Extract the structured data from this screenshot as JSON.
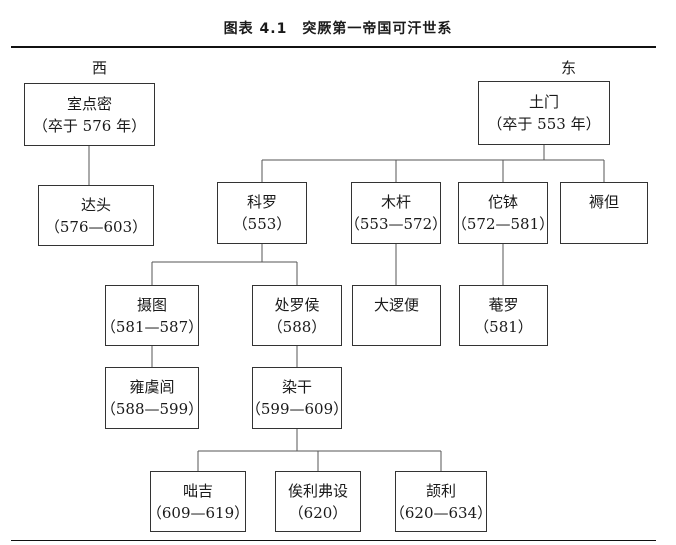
{
  "title": "图表 4.1　突厥第一帝国可汗世系",
  "west_label": "西",
  "east_label": "东",
  "nodes": {
    "shidianmi": {
      "name": "室点密",
      "years": "（卒于 576 年）"
    },
    "datou": {
      "name": "达头",
      "years": "（576—603）"
    },
    "tumen": {
      "name": "土门",
      "years": "（卒于 553 年）"
    },
    "keluo": {
      "name": "科罗",
      "years": "（553）"
    },
    "mugan": {
      "name": "木杆",
      "years": "（553—572）"
    },
    "tuobo": {
      "name": "佗钵",
      "years": "（572—581）"
    },
    "rudan": {
      "name": "褥但",
      "years": ""
    },
    "shetu": {
      "name": "摄图",
      "years": "（581—587）"
    },
    "chuluohou": {
      "name": "处罗侯",
      "years": "（588）"
    },
    "daluobian": {
      "name": "大逻便",
      "years": ""
    },
    "anluo": {
      "name": "菴罗",
      "years": "（581）"
    },
    "yongyulu": {
      "name": "雍虞闾",
      "years": "（588—599）"
    },
    "rangan": {
      "name": "染干",
      "years": "（599—609）"
    },
    "duoji": {
      "name": "咄吉",
      "years": "（609—619）"
    },
    "sililfushe": {
      "name": "俟利弗设",
      "years": "（620）"
    },
    "jieli": {
      "name": "颉利",
      "years": "（620—634）"
    }
  }
}
